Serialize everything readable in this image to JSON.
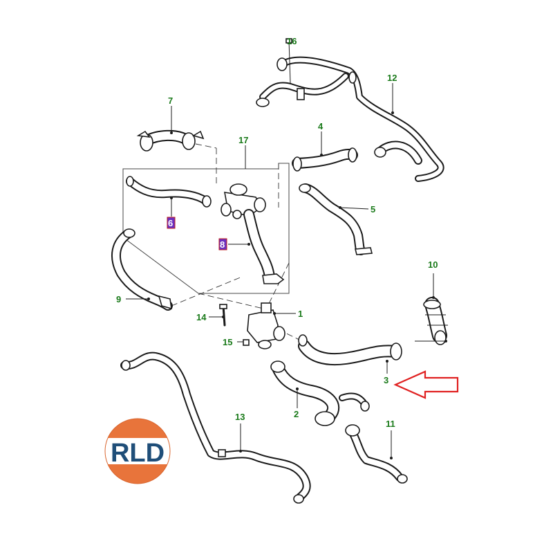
{
  "diagram": {
    "callouts": [
      {
        "id": "c1",
        "text": "1"
      },
      {
        "id": "c2",
        "text": "2"
      },
      {
        "id": "c3",
        "text": "3"
      },
      {
        "id": "c4",
        "text": "4"
      },
      {
        "id": "c5",
        "text": "5"
      },
      {
        "id": "c6",
        "text": "6"
      },
      {
        "id": "c7",
        "text": "7"
      },
      {
        "id": "c8",
        "text": "8"
      },
      {
        "id": "c9",
        "text": "9"
      },
      {
        "id": "c10",
        "text": "10"
      },
      {
        "id": "c11",
        "text": "11"
      },
      {
        "id": "c12",
        "text": "12"
      },
      {
        "id": "c13",
        "text": "13"
      },
      {
        "id": "c14",
        "text": "14"
      },
      {
        "id": "c15",
        "text": "15"
      },
      {
        "id": "c16",
        "text": "16"
      },
      {
        "id": "c17",
        "text": "17"
      }
    ],
    "highlighted_callouts": [
      "6",
      "8"
    ],
    "highlight_color": "#6b2fbf",
    "callout_color": "#1a7a1a",
    "arrow_color": "#e02020",
    "arrow_target": "3"
  },
  "logo": {
    "text": "RLD",
    "ring_color": "#e8743b",
    "band_color": "#ffffff",
    "text_color": "#1f4e79"
  }
}
